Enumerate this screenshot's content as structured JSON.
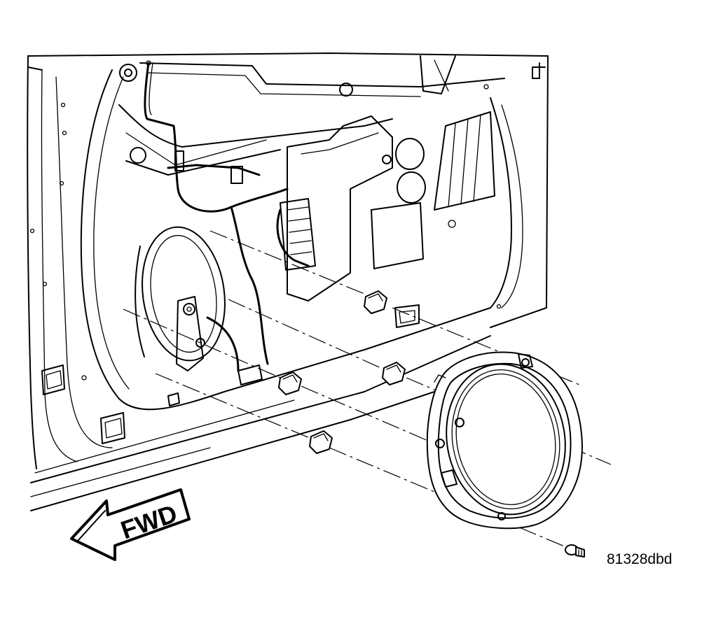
{
  "diagram": {
    "direction_label": "FWD",
    "figure_id": "81328dbd",
    "parts": {
      "door_inner_panel": "door-inner-panel",
      "speaker": "front-door-speaker",
      "screw": "speaker-screw",
      "retainer_clips": [
        "clip-upper",
        "clip-middle",
        "clip-lower-left",
        "clip-lower"
      ]
    },
    "icons": {
      "direction_arrow": "fwd-arrow-icon"
    },
    "colors": {
      "line": "#000000",
      "background": "#ffffff"
    }
  }
}
